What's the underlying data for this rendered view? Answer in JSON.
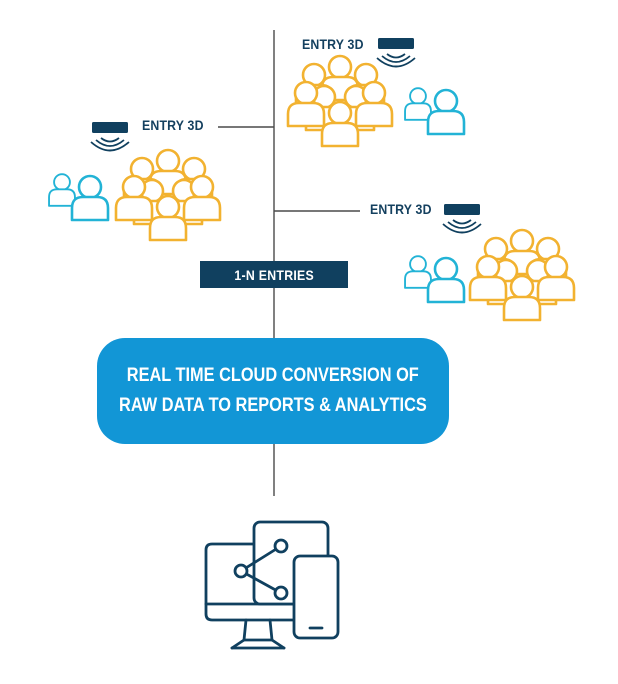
{
  "colors": {
    "navy": "#10405f",
    "accent_blue": "#1296d6",
    "cyan_people": "#22b3d6",
    "orange_people": "#f2b230",
    "line": "#4a4a4a"
  },
  "entries": [
    {
      "label": "ENTRY 3D",
      "icon": "3d-sensor-icon"
    },
    {
      "label": "ENTRY 3D",
      "icon": "3d-sensor-icon"
    },
    {
      "label": "ENTRY 3D",
      "icon": "3d-sensor-icon"
    }
  ],
  "badge": {
    "label": "1-N ENTRIES"
  },
  "cloud": {
    "line1": "REAL TIME CLOUD CONVERSION OF",
    "line2": "RAW DATA TO REPORTS & ANALYTICS"
  },
  "devices_icon": "devices-share-icon"
}
